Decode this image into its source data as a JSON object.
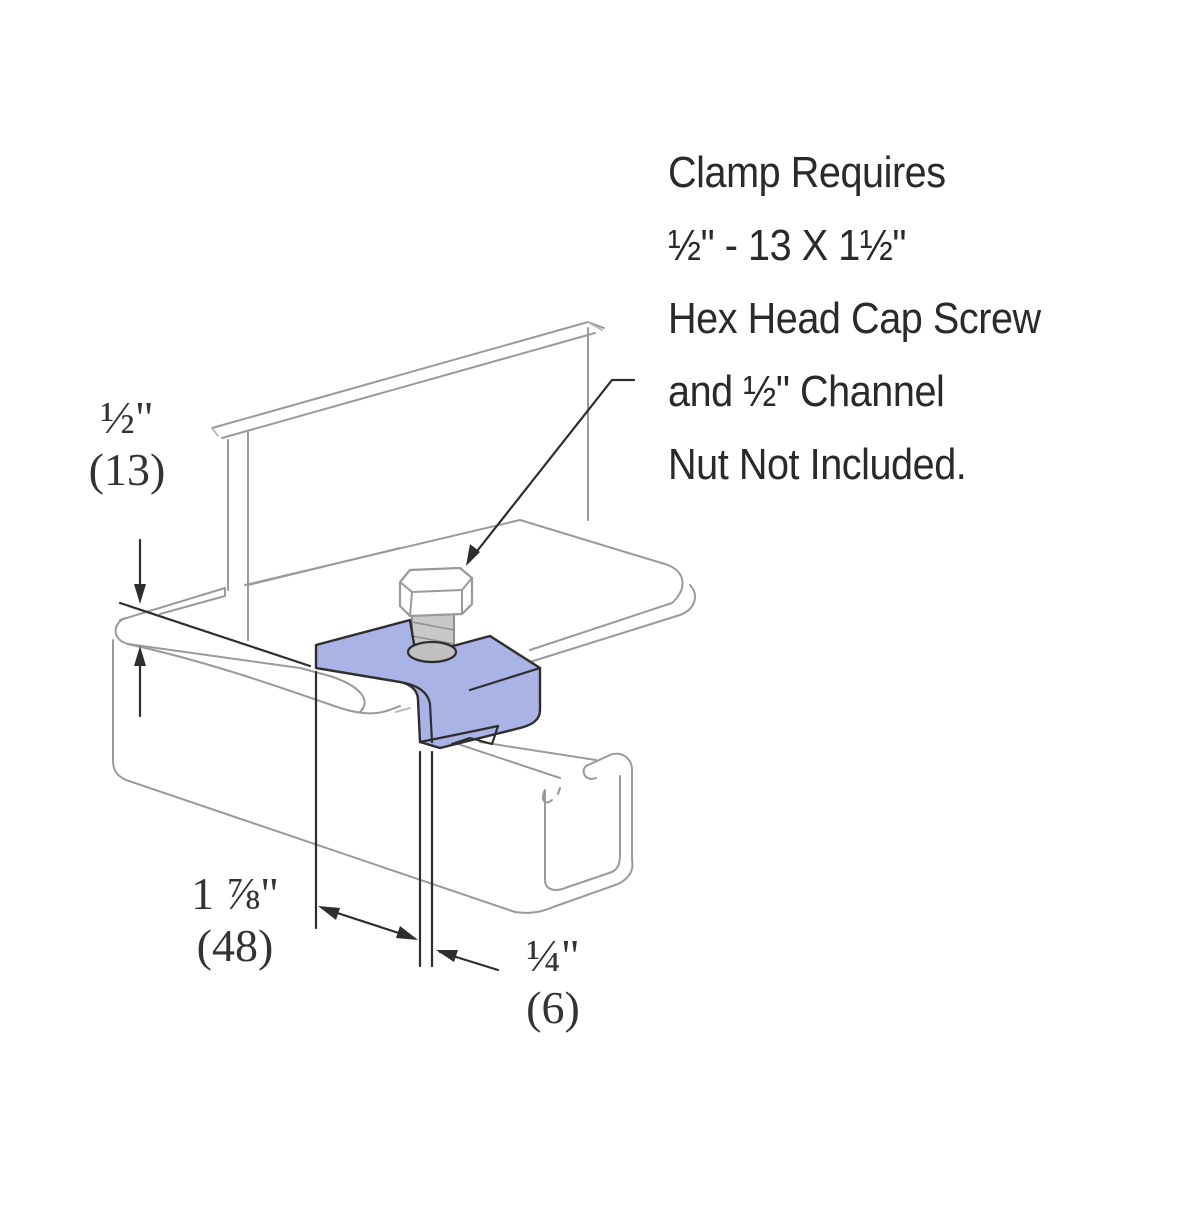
{
  "note": {
    "lines": [
      "Clamp Requires",
      "½\" - 13 X 1½\"",
      "Hex Head Cap Screw",
      "and ½\" Channel",
      "Nut Not Included."
    ]
  },
  "dimensions": {
    "thickness": {
      "imperial": "½\"",
      "metric": "(13)"
    },
    "width": {
      "imperial": "1 ⅞\"",
      "metric": "(48)"
    },
    "gap": {
      "imperial": "¼\"",
      "metric": "(6)"
    }
  },
  "colors": {
    "clamp_fill": "#a9b3e6",
    "clamp_edge": "#2e2e2e",
    "outline": "#9a9a9a",
    "text": "#2a2a2a"
  }
}
